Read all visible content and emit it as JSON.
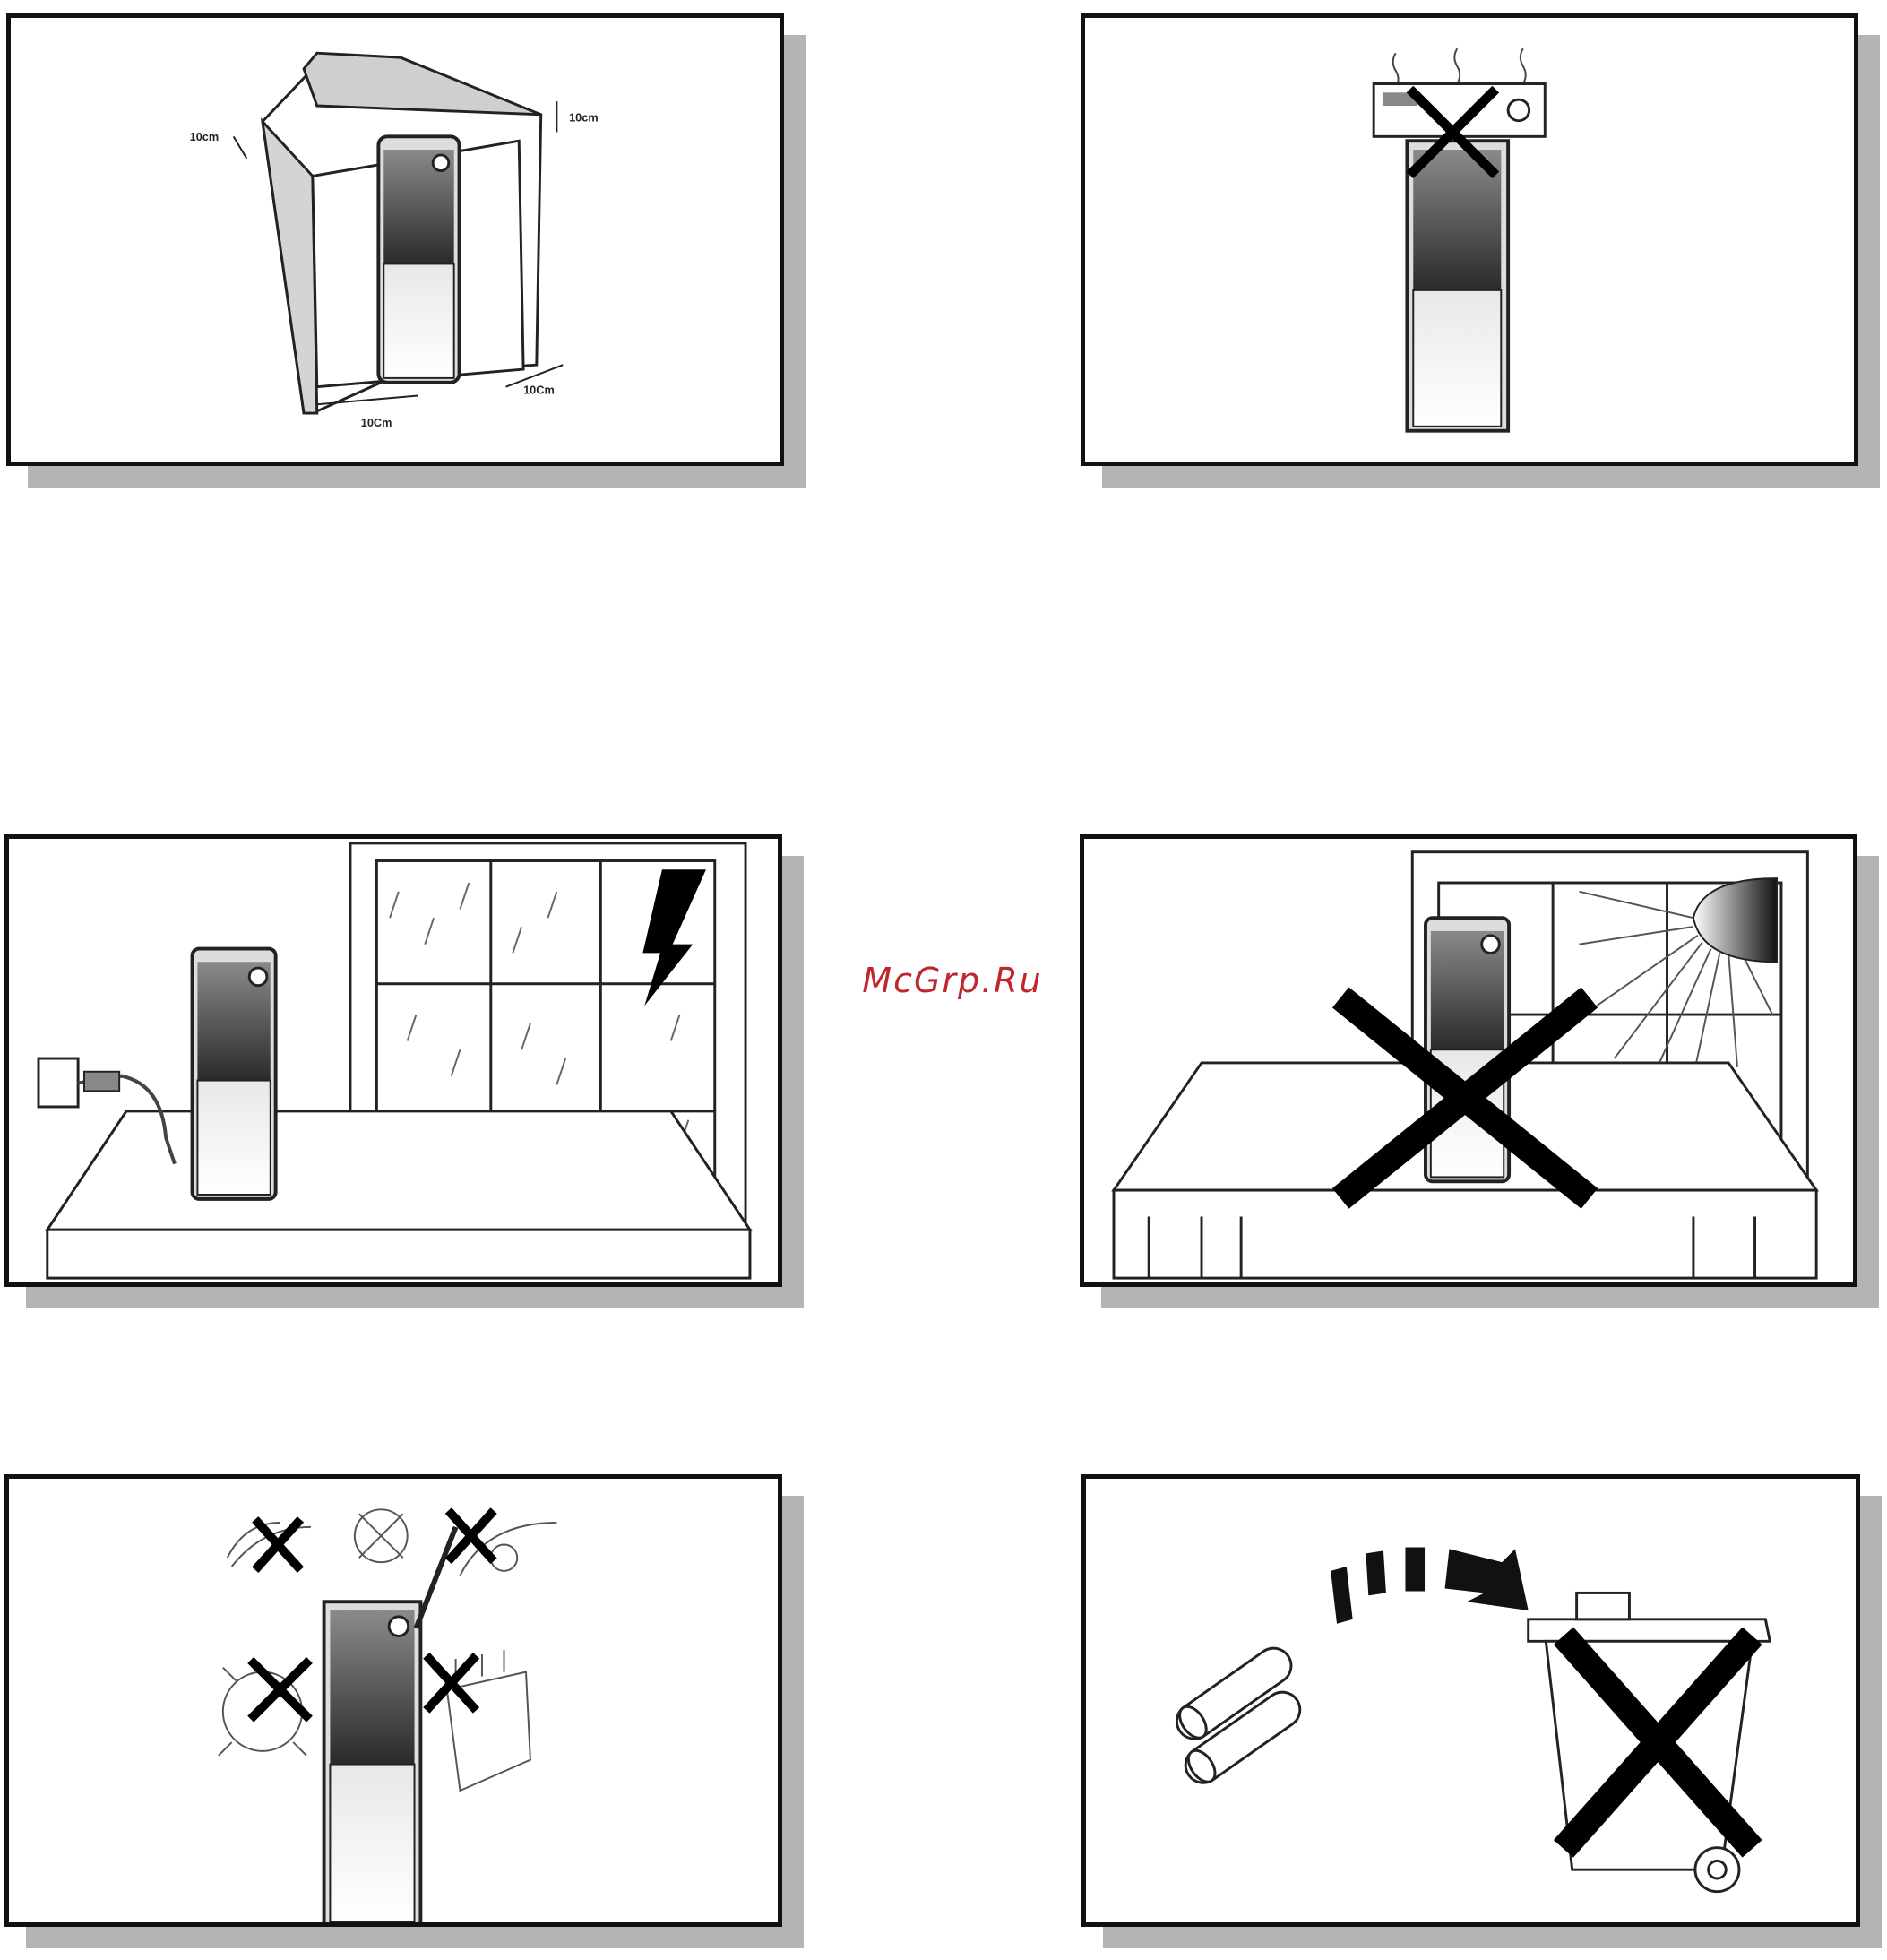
{
  "watermark": {
    "text": "McGrp.Ru"
  },
  "panels": [
    {
      "id": "ventilation",
      "labels": {
        "top": "10cm",
        "left": "10cm",
        "bottom": "10Cm",
        "right": "10Cm"
      }
    },
    {
      "id": "no-stacking"
    },
    {
      "id": "unplug-storm"
    },
    {
      "id": "no-direct-sun"
    },
    {
      "id": "no-heat-magnets"
    },
    {
      "id": "battery-disposal"
    }
  ],
  "colors": {
    "frame": "#111111",
    "shadow": "#b4b4b4",
    "watermark": "#c0272d",
    "cross": "#000000"
  }
}
